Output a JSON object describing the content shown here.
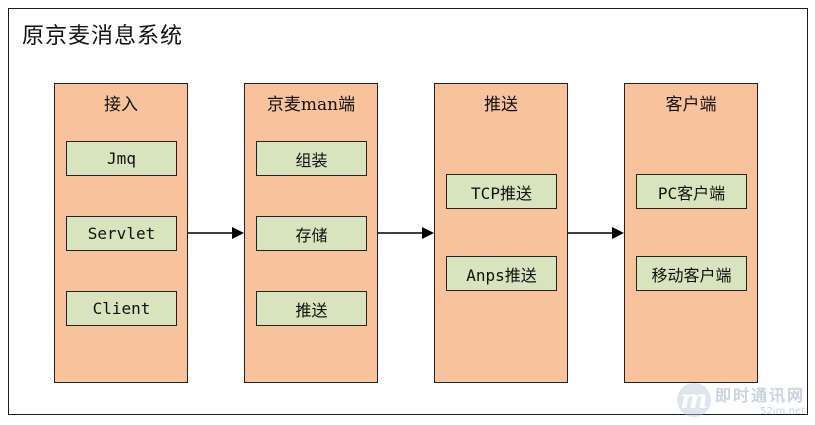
{
  "title": "原京麦消息系统",
  "colors": {
    "column_fill": "#f8c39c",
    "item_fill": "#d7e4bd",
    "border": "#222222",
    "arrow": "#000000"
  },
  "columns": [
    {
      "header": "接入",
      "items": [
        "Jmq",
        "Servlet",
        "Client"
      ]
    },
    {
      "header": "京麦man端",
      "items": [
        "组装",
        "存储",
        "推送"
      ]
    },
    {
      "header": "推送",
      "items": [
        "TCP推送",
        "Anps推送"
      ]
    },
    {
      "header": "客户端",
      "items": [
        "PC客户端",
        "移动客户端"
      ]
    }
  ],
  "watermark": {
    "logo": "m",
    "name": "即时通讯网",
    "url": "52im.net"
  }
}
